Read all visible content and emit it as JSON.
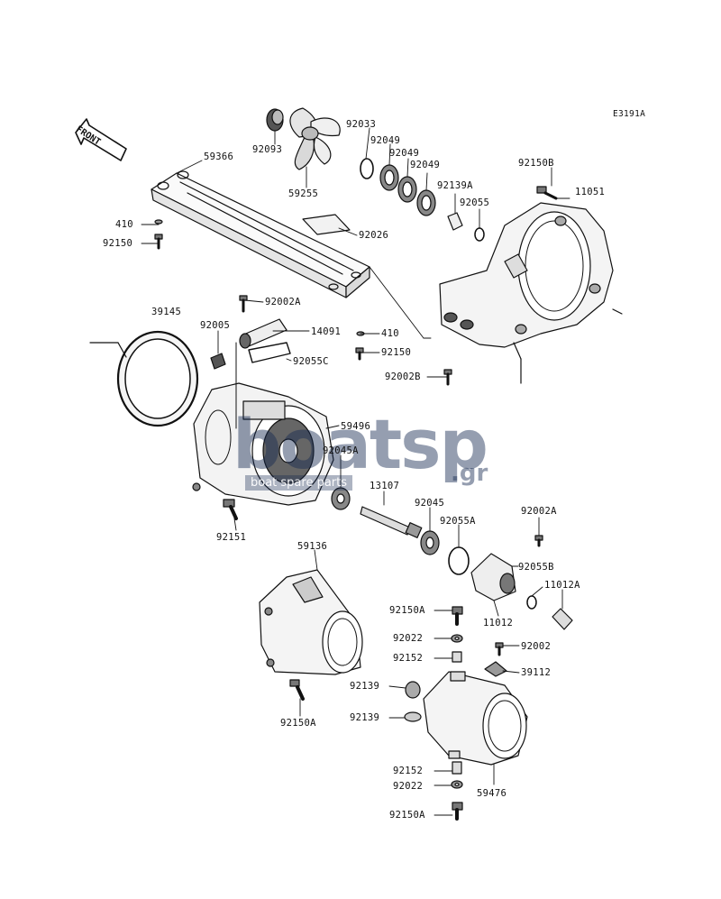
{
  "diagram_code": "E3191A",
  "front_label": "FRONT",
  "watermark": {
    "main": "boatsp",
    "suffix": ".gr",
    "sub": "boat spare parts"
  },
  "parts": [
    {
      "id": "92093",
      "label": "92093"
    },
    {
      "id": "59255",
      "label": "59255"
    },
    {
      "id": "92033",
      "label": "92033"
    },
    {
      "id": "92049a",
      "label": "92049"
    },
    {
      "id": "92049b",
      "label": "92049"
    },
    {
      "id": "92049c",
      "label": "92049"
    },
    {
      "id": "92139A",
      "label": "92139A"
    },
    {
      "id": "92055",
      "label": "92055"
    },
    {
      "id": "92150B",
      "label": "92150B"
    },
    {
      "id": "11051",
      "label": "11051"
    },
    {
      "id": "59366",
      "label": "59366"
    },
    {
      "id": "410a",
      "label": "410"
    },
    {
      "id": "92150a",
      "label": "92150"
    },
    {
      "id": "92026",
      "label": "92026"
    },
    {
      "id": "92002A_top",
      "label": "92002A"
    },
    {
      "id": "39145",
      "label": "39145"
    },
    {
      "id": "92005",
      "label": "92005"
    },
    {
      "id": "14091",
      "label": "14091"
    },
    {
      "id": "410b",
      "label": "410"
    },
    {
      "id": "92150b",
      "label": "92150"
    },
    {
      "id": "92055C",
      "label": "92055C"
    },
    {
      "id": "92002B",
      "label": "92002B"
    },
    {
      "id": "59496",
      "label": "59496"
    },
    {
      "id": "92045A",
      "label": "92045A"
    },
    {
      "id": "13107",
      "label": "13107"
    },
    {
      "id": "92045",
      "label": "92045"
    },
    {
      "id": "92055A",
      "label": "92055A"
    },
    {
      "id": "92151",
      "label": "92151"
    },
    {
      "id": "92002A_right",
      "label": "92002A"
    },
    {
      "id": "92055B",
      "label": "92055B"
    },
    {
      "id": "11012A",
      "label": "11012A"
    },
    {
      "id": "11012",
      "label": "11012"
    },
    {
      "id": "59136",
      "label": "59136"
    },
    {
      "id": "92150A_a",
      "label": "92150A"
    },
    {
      "id": "92022a",
      "label": "92022"
    },
    {
      "id": "92152a",
      "label": "92152"
    },
    {
      "id": "92002",
      "label": "92002"
    },
    {
      "id": "39112",
      "label": "39112"
    },
    {
      "id": "92139a",
      "label": "92139"
    },
    {
      "id": "92139b",
      "label": "92139"
    },
    {
      "id": "92150A_b",
      "label": "92150A"
    },
    {
      "id": "92152b",
      "label": "92152"
    },
    {
      "id": "59476",
      "label": "59476"
    },
    {
      "id": "92022b",
      "label": "92022"
    },
    {
      "id": "92150A_c",
      "label": "92150A"
    }
  ]
}
